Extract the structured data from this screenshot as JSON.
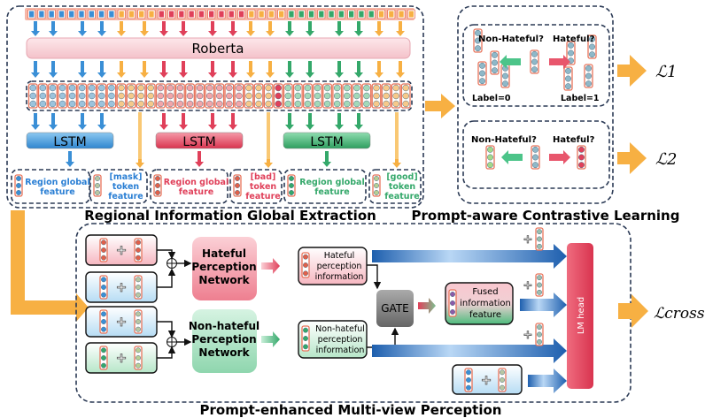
{
  "colors": {
    "blue": "#3a8fd6",
    "red": "#e0405a",
    "green": "#34a86a",
    "orange": "#f7b043",
    "pink": "#f7c9d0",
    "border": "#2b3a55"
  },
  "top": {
    "title": "Regional Information Global Extraction",
    "roberta": "Roberta",
    "lstm": [
      "LSTM",
      "LSTM",
      "LSTM"
    ],
    "features": [
      {
        "lines": [
          "Region global",
          "feature"
        ],
        "color": "#2a7fd4"
      },
      {
        "lines": [
          "[mask]",
          "token",
          "feature"
        ],
        "color": "#2a7fd4"
      },
      {
        "lines": [
          "Region global",
          "feature"
        ],
        "color": "#e0405a"
      },
      {
        "lines": [
          "[bad]",
          "token",
          "feature"
        ],
        "color": "#e0405a"
      },
      {
        "lines": [
          "Region global",
          "feature"
        ],
        "color": "#34a86a"
      },
      {
        "lines": [
          "[good]",
          "token",
          "feature"
        ],
        "color": "#34a86a"
      }
    ]
  },
  "contrastive": {
    "title": "Prompt-aware Contrastive Learning",
    "box1": {
      "left": "Non-Hateful?",
      "right": "Hateful?",
      "label_left": "Label=0",
      "label_right": "Label=1"
    },
    "box2": {
      "left": "Non-Hateful?",
      "right": "Hateful?"
    },
    "loss1": "ℒ1",
    "loss2": "ℒ2"
  },
  "perception": {
    "title": "Prompt-enhanced Multi-view Perception",
    "hateful_network": [
      "Hateful",
      "Perception",
      "Network"
    ],
    "nonhateful_network": [
      "Non-hateful",
      "Perception",
      "Network"
    ],
    "hateful_info": [
      "Hateful",
      "perception",
      "information"
    ],
    "nonhateful_info": [
      "Non-hateful",
      "perception",
      "information"
    ],
    "gate": "GATE",
    "fused": [
      "Fused",
      "information",
      "feature"
    ],
    "lm_head": "LM head",
    "loss": "ℒcross"
  }
}
